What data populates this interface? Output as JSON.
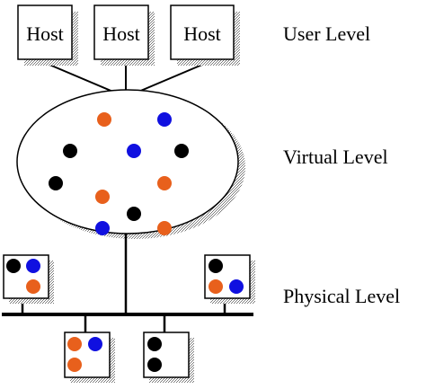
{
  "hosts": [
    {
      "label": "Host"
    },
    {
      "label": "Host"
    },
    {
      "label": "Host"
    }
  ],
  "levels": {
    "user": "User Level",
    "virtual": "Virtual Level",
    "physical": "Physical Level"
  },
  "colors": {
    "orange": "#e8601c",
    "blue": "#1010e0",
    "black": "#000000",
    "shadow": "#9a9a9a"
  },
  "virtual_nodes": [
    "orange",
    "blue",
    "black",
    "blue",
    "black",
    "black",
    "orange",
    "orange",
    "black",
    "blue",
    "orange"
  ],
  "physical_nodes": [
    [
      "black",
      "blue",
      "orange"
    ],
    [
      "black",
      "orange",
      "blue"
    ],
    [
      "orange",
      "blue",
      "orange"
    ],
    [
      "black",
      "black"
    ]
  ]
}
